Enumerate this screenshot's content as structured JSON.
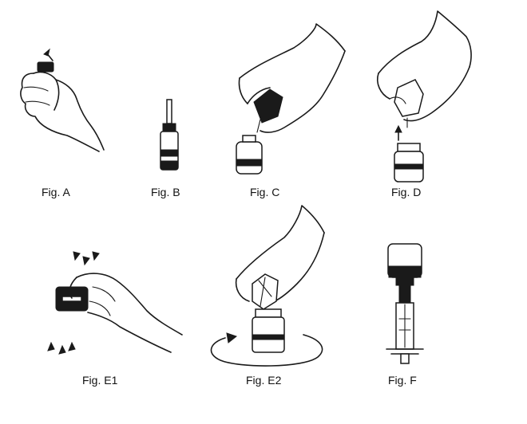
{
  "figures": [
    {
      "id": "A",
      "label": "Fig. A"
    },
    {
      "id": "B",
      "label": "Fig. B"
    },
    {
      "id": "C",
      "label": "Fig. C"
    },
    {
      "id": "D",
      "label": "Fig. D"
    },
    {
      "id": "E1",
      "label": "Fig. E1"
    },
    {
      "id": "E2",
      "label": "Fig. E2"
    },
    {
      "id": "F",
      "label": "Fig. F"
    }
  ]
}
